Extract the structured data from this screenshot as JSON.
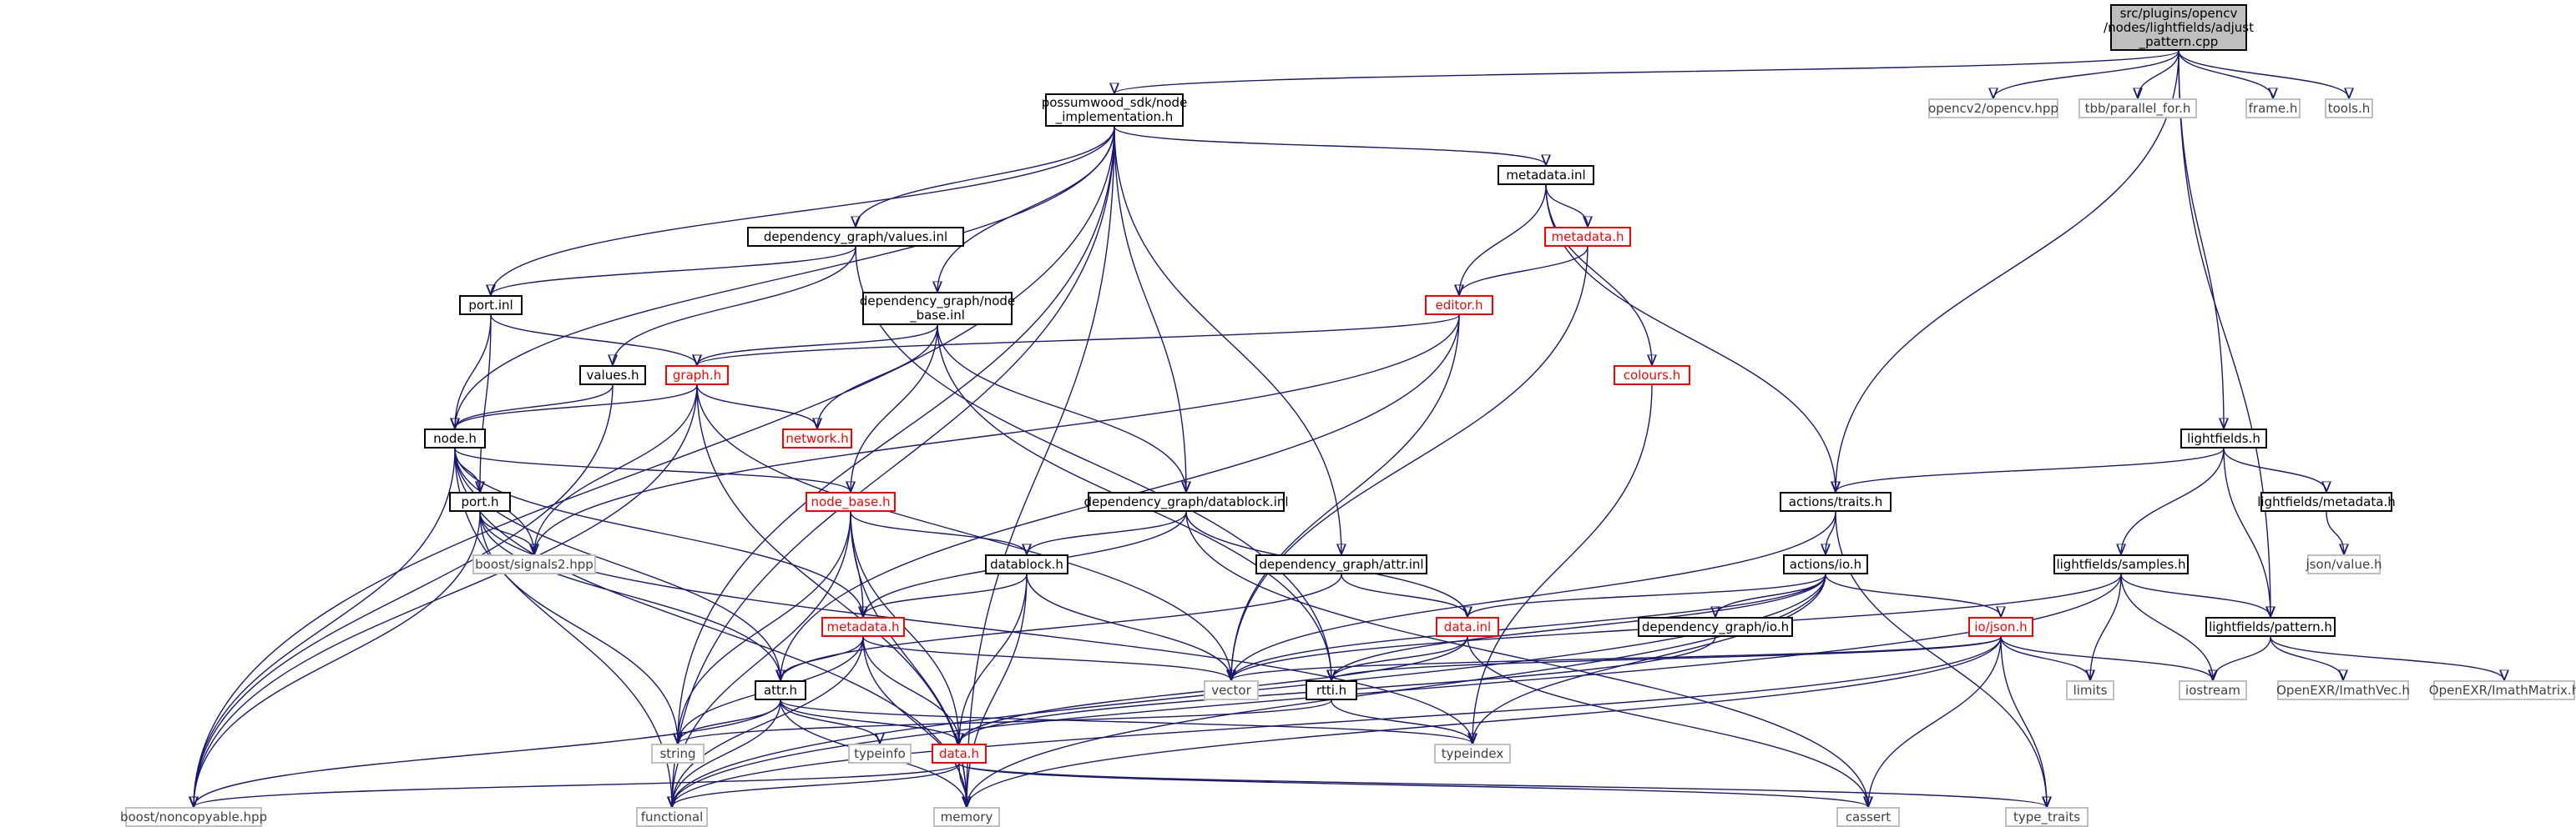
{
  "diagram": {
    "colors": {
      "edge": "#191970",
      "node_border": "#000000",
      "root_fill": "#bfbfbf",
      "highlight": "#ff0000",
      "external_border": "#bfbfbf"
    },
    "nodes": [
      {
        "id": "root",
        "label": "src/plugins/opencv\n/nodes/lightfields/adjust\n_pattern.cpp",
        "kind": "root"
      },
      {
        "id": "ni",
        "label": "possumwood_sdk/node\n_implementation.h",
        "kind": "normal"
      },
      {
        "id": "ocv",
        "label": "opencv2/opencv.hpp",
        "kind": "ext"
      },
      {
        "id": "tbb",
        "label": "tbb/parallel_for.h",
        "kind": "ext"
      },
      {
        "id": "frame",
        "label": "frame.h",
        "kind": "ext"
      },
      {
        "id": "tools",
        "label": "tools.h",
        "kind": "ext"
      },
      {
        "id": "metainl",
        "label": "metadata.inl",
        "kind": "normal"
      },
      {
        "id": "dgvalues",
        "label": "dependency_graph/values.inl",
        "kind": "normal"
      },
      {
        "id": "metadatah_red",
        "label": "metadata.h",
        "kind": "red"
      },
      {
        "id": "portinl",
        "label": "port.inl",
        "kind": "normal"
      },
      {
        "id": "dgnodebase",
        "label": "dependency_graph/node\n_base.inl",
        "kind": "normal"
      },
      {
        "id": "editor",
        "label": "editor.h",
        "kind": "red"
      },
      {
        "id": "valuesh",
        "label": "values.h",
        "kind": "normal"
      },
      {
        "id": "graphh",
        "label": "graph.h",
        "kind": "red"
      },
      {
        "id": "colours",
        "label": "colours.h",
        "kind": "red"
      },
      {
        "id": "noden",
        "label": "node.h",
        "kind": "normal"
      },
      {
        "id": "network",
        "label": "network.h",
        "kind": "red"
      },
      {
        "id": "lightfieldsh",
        "label": "lightfields.h",
        "kind": "normal"
      },
      {
        "id": "porth",
        "label": "port.h",
        "kind": "normal"
      },
      {
        "id": "nodebase",
        "label": "node_base.h",
        "kind": "red"
      },
      {
        "id": "dgdatablock",
        "label": "dependency_graph/datablock.inl",
        "kind": "normal"
      },
      {
        "id": "traits",
        "label": "actions/traits.h",
        "kind": "normal"
      },
      {
        "id": "lfmeta",
        "label": "lightfields/metadata.h",
        "kind": "normal"
      },
      {
        "id": "signals",
        "label": "boost/signals2.hpp",
        "kind": "ext"
      },
      {
        "id": "jsonvalue",
        "label": "json/value.h",
        "kind": "ext"
      },
      {
        "id": "dgattrinl",
        "label": "dependency_graph/attr.inl",
        "kind": "normal"
      },
      {
        "id": "datablockh",
        "label": "datablock.h",
        "kind": "normal"
      },
      {
        "id": "actionsio",
        "label": "actions/io.h",
        "kind": "normal"
      },
      {
        "id": "lfsamples",
        "label": "lightfields/samples.h",
        "kind": "normal"
      },
      {
        "id": "metadatah2",
        "label": "metadata.h",
        "kind": "red"
      },
      {
        "id": "datainl",
        "label": "data.inl",
        "kind": "red"
      },
      {
        "id": "dgio",
        "label": "dependency_graph/io.h",
        "kind": "normal"
      },
      {
        "id": "iojson",
        "label": "io/json.h",
        "kind": "red"
      },
      {
        "id": "lfpattern",
        "label": "lightfields/pattern.h",
        "kind": "normal"
      },
      {
        "id": "attrh",
        "label": "attr.h",
        "kind": "normal"
      },
      {
        "id": "vector",
        "label": "vector",
        "kind": "ext"
      },
      {
        "id": "rttih",
        "label": "rtti.h",
        "kind": "normal"
      },
      {
        "id": "limits",
        "label": "limits",
        "kind": "ext"
      },
      {
        "id": "iostream",
        "label": "iostream",
        "kind": "ext"
      },
      {
        "id": "imathvec",
        "label": "OpenEXR/ImathVec.h",
        "kind": "ext"
      },
      {
        "id": "imathmatrix",
        "label": "OpenEXR/ImathMatrix.h",
        "kind": "ext"
      },
      {
        "id": "string",
        "label": "string",
        "kind": "ext"
      },
      {
        "id": "typeinfo",
        "label": "typeinfo",
        "kind": "ext"
      },
      {
        "id": "datah",
        "label": "data.h",
        "kind": "red"
      },
      {
        "id": "typeindex",
        "label": "typeindex",
        "kind": "ext"
      },
      {
        "id": "noncopyable",
        "label": "boost/noncopyable.hpp",
        "kind": "ext"
      },
      {
        "id": "functional",
        "label": "functional",
        "kind": "ext"
      },
      {
        "id": "memory",
        "label": "memory",
        "kind": "ext"
      },
      {
        "id": "cassert",
        "label": "cassert",
        "kind": "ext"
      },
      {
        "id": "typetraits",
        "label": "type_traits",
        "kind": "ext"
      }
    ],
    "edges": [
      [
        "root",
        "ni"
      ],
      [
        "root",
        "ocv"
      ],
      [
        "root",
        "tbb"
      ],
      [
        "root",
        "frame"
      ],
      [
        "root",
        "tools"
      ],
      [
        "root",
        "traits"
      ],
      [
        "root",
        "lightfieldsh"
      ],
      [
        "root",
        "lfpattern"
      ],
      [
        "ni",
        "metainl"
      ],
      [
        "ni",
        "dgvalues"
      ],
      [
        "ni",
        "portinl"
      ],
      [
        "ni",
        "dgnodebase"
      ],
      [
        "ni",
        "noden"
      ],
      [
        "ni",
        "dgdatablock"
      ],
      [
        "ni",
        "dgattrinl"
      ],
      [
        "ni",
        "string"
      ],
      [
        "ni",
        "noncopyable"
      ],
      [
        "ni",
        "functional"
      ],
      [
        "ni",
        "memory"
      ],
      [
        "metainl",
        "metadatah_red"
      ],
      [
        "metainl",
        "editor"
      ],
      [
        "metainl",
        "colours"
      ],
      [
        "metainl",
        "traits"
      ],
      [
        "metadatah_red",
        "editor"
      ],
      [
        "metadatah_red",
        "vector"
      ],
      [
        "dgvalues",
        "portinl"
      ],
      [
        "dgvalues",
        "valuesh"
      ],
      [
        "dgvalues",
        "rttih"
      ],
      [
        "portinl",
        "graphh"
      ],
      [
        "portinl",
        "noden"
      ],
      [
        "portinl",
        "porth"
      ],
      [
        "dgnodebase",
        "graphh"
      ],
      [
        "dgnodebase",
        "network"
      ],
      [
        "dgnodebase",
        "nodebase"
      ],
      [
        "dgnodebase",
        "dgdatablock"
      ],
      [
        "dgnodebase",
        "rttih"
      ],
      [
        "editor",
        "graphh"
      ],
      [
        "editor",
        "signals"
      ],
      [
        "editor",
        "attrh"
      ],
      [
        "editor",
        "vector"
      ],
      [
        "valuesh",
        "noden"
      ],
      [
        "valuesh",
        "noncopyable"
      ],
      [
        "graphh",
        "noden"
      ],
      [
        "graphh",
        "network"
      ],
      [
        "graphh",
        "signals"
      ],
      [
        "graphh",
        "noncopyable"
      ],
      [
        "graphh",
        "vector"
      ],
      [
        "graphh",
        "memory"
      ],
      [
        "colours",
        "typeindex"
      ],
      [
        "noden",
        "porth"
      ],
      [
        "noden",
        "nodebase"
      ],
      [
        "noden",
        "signals"
      ],
      [
        "noden",
        "attrh"
      ],
      [
        "noden",
        "noncopyable"
      ],
      [
        "noden",
        "functional"
      ],
      [
        "noden",
        "memory"
      ],
      [
        "noden",
        "metadatah2"
      ],
      [
        "lightfieldsh",
        "traits"
      ],
      [
        "lightfieldsh",
        "lfmeta"
      ],
      [
        "lightfieldsh",
        "lfsamples"
      ],
      [
        "lightfieldsh",
        "lfpattern"
      ],
      [
        "porth",
        "signals"
      ],
      [
        "porth",
        "attrh"
      ],
      [
        "porth",
        "string"
      ],
      [
        "porth",
        "noncopyable"
      ],
      [
        "porth",
        "typeindex"
      ],
      [
        "nodebase",
        "datablockh"
      ],
      [
        "nodebase",
        "metadatah2"
      ],
      [
        "nodebase",
        "datah"
      ],
      [
        "nodebase",
        "string"
      ],
      [
        "nodebase",
        "functional"
      ],
      [
        "nodebase",
        "memory"
      ],
      [
        "dgdatablock",
        "datablockh"
      ],
      [
        "dgdatablock",
        "datainl"
      ],
      [
        "dgdatablock",
        "metadatah2"
      ],
      [
        "dgdatablock",
        "cassert"
      ],
      [
        "traits",
        "actionsio"
      ],
      [
        "traits",
        "typetraits"
      ],
      [
        "traits",
        "vector"
      ],
      [
        "lfmeta",
        "jsonvalue"
      ],
      [
        "dgattrinl",
        "datainl"
      ],
      [
        "dgattrinl",
        "attrh"
      ],
      [
        "datablockh",
        "metadatah2"
      ],
      [
        "datablockh",
        "datah"
      ],
      [
        "datablockh",
        "vector"
      ],
      [
        "datablockh",
        "memory"
      ],
      [
        "actionsio",
        "datainl"
      ],
      [
        "actionsio",
        "dgio"
      ],
      [
        "actionsio",
        "iojson"
      ],
      [
        "actionsio",
        "rttih"
      ],
      [
        "actionsio",
        "vector"
      ],
      [
        "actionsio",
        "typeindex"
      ],
      [
        "actionsio",
        "functional"
      ],
      [
        "actionsio",
        "memory"
      ],
      [
        "lfsamples",
        "lfpattern"
      ],
      [
        "lfsamples",
        "vector"
      ],
      [
        "lfsamples",
        "limits"
      ],
      [
        "lfsamples",
        "iostream"
      ],
      [
        "lfsamples",
        "functional"
      ],
      [
        "metadatah2",
        "attrh"
      ],
      [
        "metadatah2",
        "datah"
      ],
      [
        "metadatah2",
        "vector"
      ],
      [
        "metadatah2",
        "string"
      ],
      [
        "metadatah2",
        "functional"
      ],
      [
        "metadatah2",
        "memory"
      ],
      [
        "datainl",
        "rttih"
      ],
      [
        "datainl",
        "datah"
      ],
      [
        "datainl",
        "cassert"
      ],
      [
        "dgio",
        "datah"
      ],
      [
        "iojson",
        "rttih"
      ],
      [
        "iojson",
        "vector"
      ],
      [
        "iojson",
        "limits"
      ],
      [
        "iojson",
        "iostream"
      ],
      [
        "iojson",
        "memory"
      ],
      [
        "iojson",
        "functional"
      ],
      [
        "iojson",
        "cassert"
      ],
      [
        "iojson",
        "typetraits"
      ],
      [
        "lfpattern",
        "iostream"
      ],
      [
        "lfpattern",
        "imathvec"
      ],
      [
        "lfpattern",
        "imathmatrix"
      ],
      [
        "attrh",
        "string"
      ],
      [
        "attrh",
        "typeinfo"
      ],
      [
        "attrh",
        "datah"
      ],
      [
        "attrh",
        "noncopyable"
      ],
      [
        "attrh",
        "functional"
      ],
      [
        "attrh",
        "memory"
      ],
      [
        "attrh",
        "typeindex"
      ],
      [
        "rttih",
        "string"
      ],
      [
        "rttih",
        "typeindex"
      ],
      [
        "datah",
        "noncopyable"
      ],
      [
        "datah",
        "functional"
      ],
      [
        "datah",
        "memory"
      ],
      [
        "datah",
        "cassert"
      ],
      [
        "datah",
        "typetraits"
      ]
    ]
  }
}
